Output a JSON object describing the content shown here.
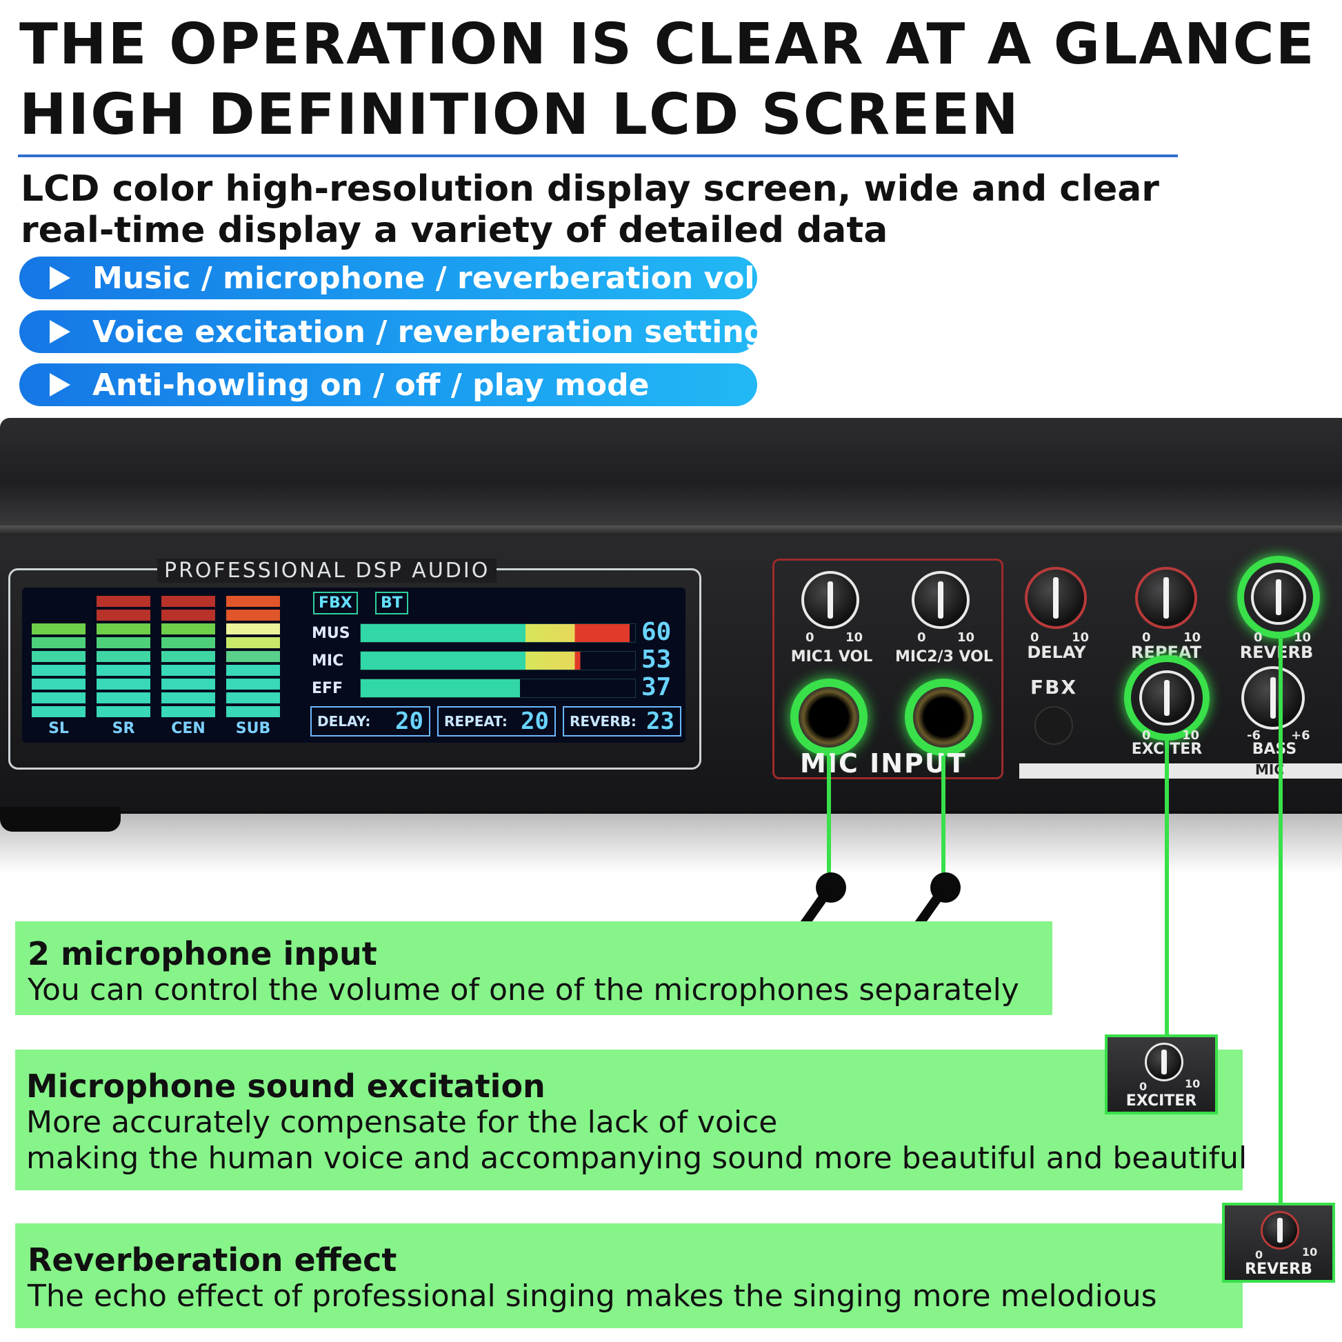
{
  "header": {
    "line1": "THE OPERATION IS CLEAR AT A GLANCE",
    "line2": "HIGH DEFINITION LCD SCREEN",
    "desc_line1": "LCD color high-resolution display screen, wide and clear",
    "desc_line2": "real-time display a variety of detailed data"
  },
  "features": [
    {
      "label": "Music / microphone / reverberation volume"
    },
    {
      "label": "Voice excitation / reverberation setting"
    },
    {
      "label": "Anti-howling on / off / play mode"
    }
  ],
  "device": {
    "lcd_title": "PROFESSIONAL DSP AUDIO",
    "vu_labels": [
      "SL",
      "SR",
      "CEN",
      "SUB"
    ],
    "tags": [
      "FBX",
      "BT"
    ],
    "channels": [
      {
        "name": "MUS",
        "value": "60",
        "level": 0.98
      },
      {
        "name": "MIC",
        "value": "53",
        "level": 0.8
      },
      {
        "name": "EFF",
        "value": "37",
        "level": 0.58
      }
    ],
    "params": [
      {
        "name": "DELAY:",
        "value": "20"
      },
      {
        "name": "REPEAT:",
        "value": "20"
      },
      {
        "name": "REVERB:",
        "value": "23"
      }
    ],
    "knobs": {
      "mic1": {
        "label": "MIC1 VOL",
        "min": "0",
        "max": "10"
      },
      "mic23": {
        "label": "MIC2/3 VOL",
        "min": "0",
        "max": "10"
      },
      "delay": {
        "label": "DELAY",
        "min": "0",
        "max": "10"
      },
      "repeat": {
        "label": "REPEAT",
        "min": "0",
        "max": "10"
      },
      "reverb": {
        "label": "REVERB",
        "min": "0",
        "max": "10"
      },
      "exciter": {
        "label": "EXCITER",
        "min": "0",
        "max": "10"
      },
      "bass": {
        "label": "BASS",
        "min": "-6",
        "max": "+6"
      }
    },
    "fbx_label": "FBX",
    "mic_input_label": "MIC INPUT",
    "mic_strip_label": "MIC"
  },
  "cards": [
    {
      "title": "2 microphone input",
      "lines": [
        "You can control the volume of one of the microphones separately"
      ]
    },
    {
      "title": "Microphone sound excitation",
      "lines": [
        "More accurately compensate for the lack of voice",
        "making the human voice and accompanying sound more beautiful and beautiful"
      ]
    },
    {
      "title": "Reverberation effect",
      "lines": [
        "The echo effect of professional singing makes the singing more melodious"
      ]
    }
  ],
  "insets": {
    "exciter": {
      "label": "EXCITER",
      "min": "0",
      "max": "10"
    },
    "reverb": {
      "label": "REVERB",
      "min": "0",
      "max": "10"
    }
  },
  "colors": {
    "accent_blue": "#1a8ef0",
    "highlight_green": "#39e04a",
    "card_green": "#86f489"
  }
}
